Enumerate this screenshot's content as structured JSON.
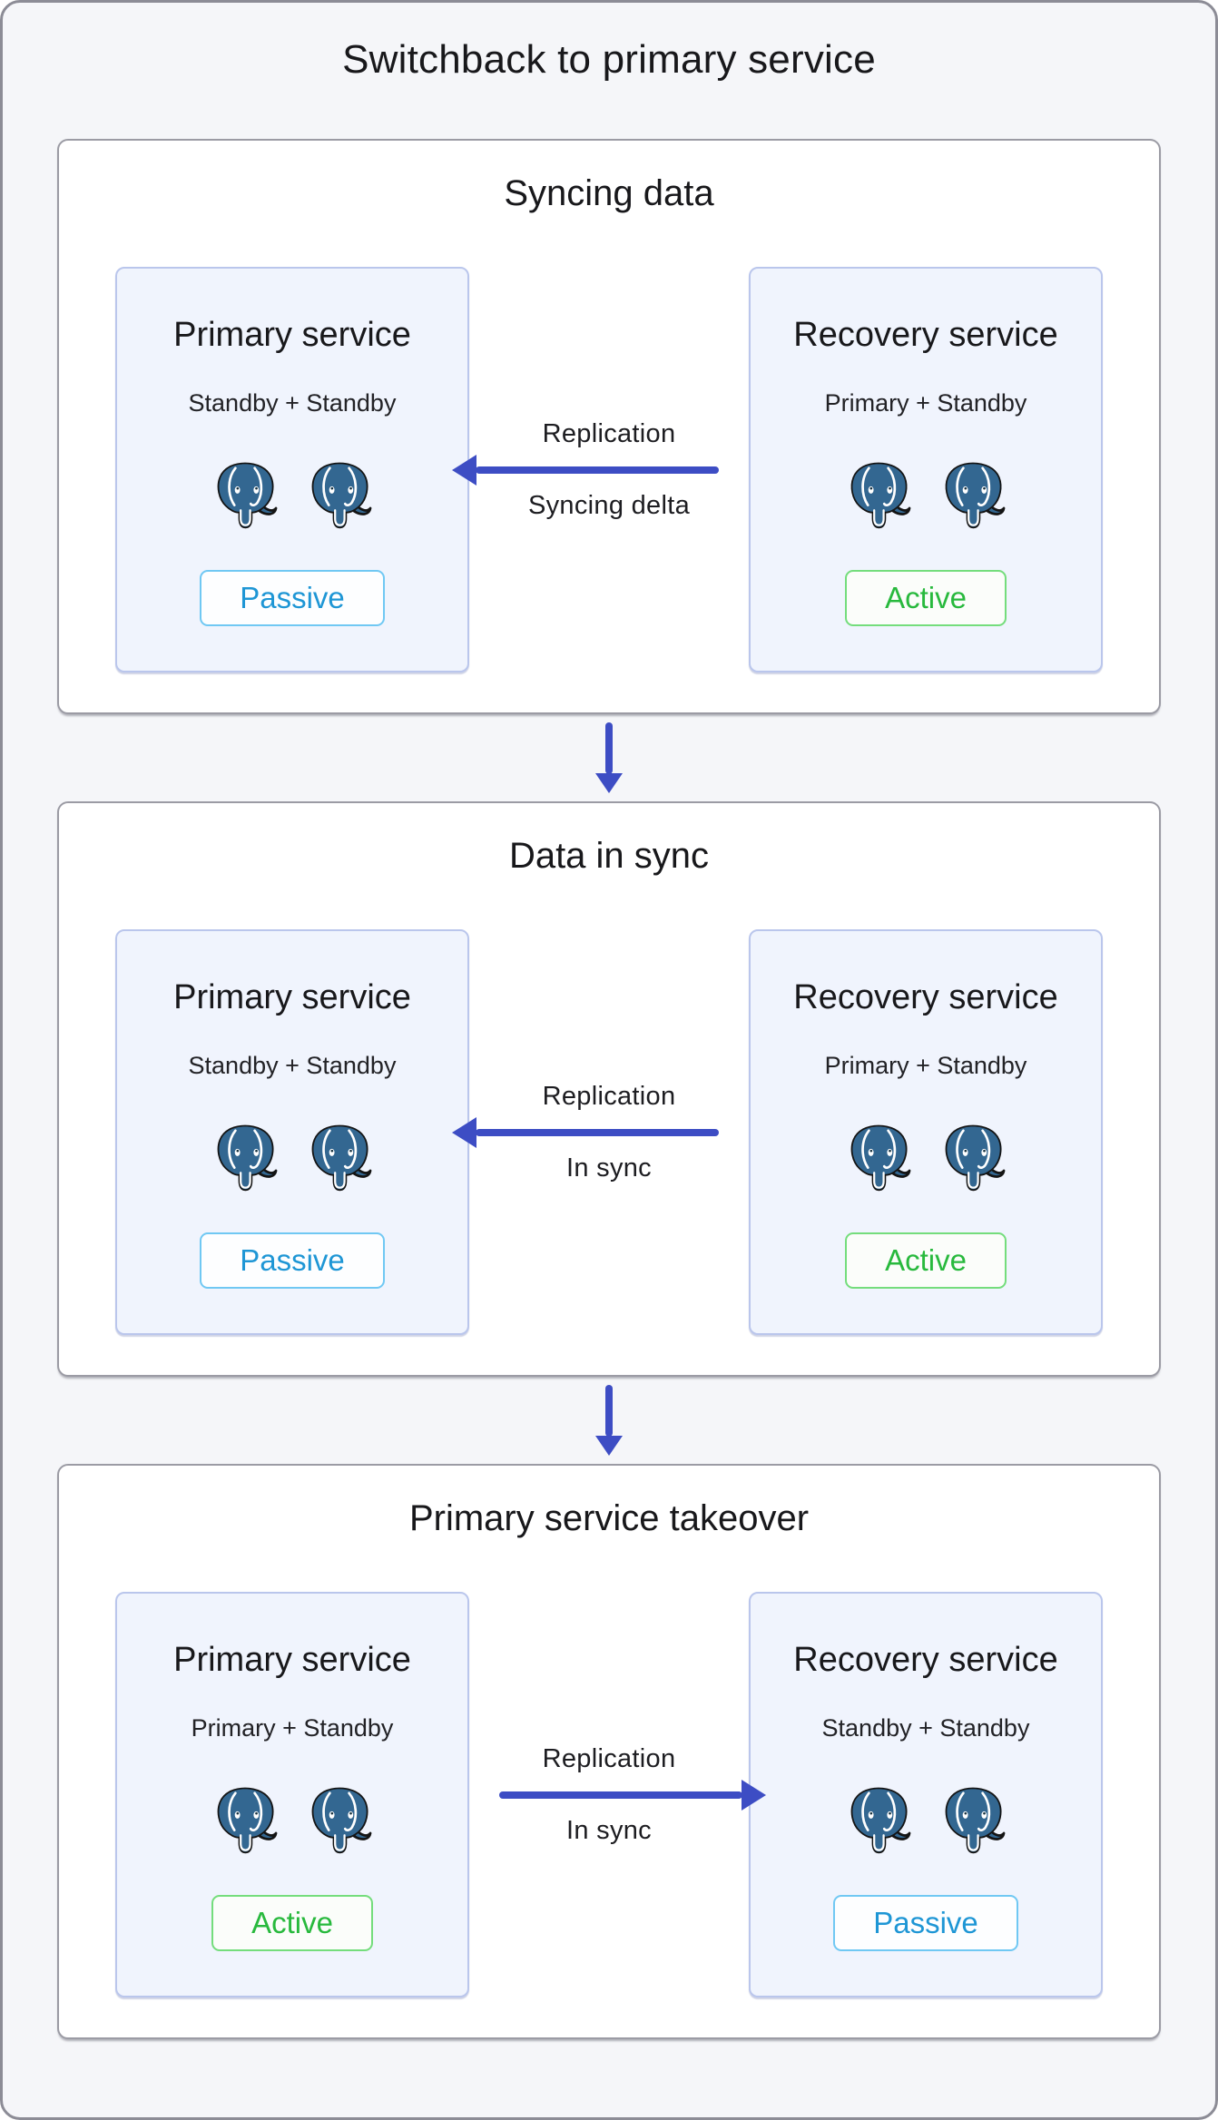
{
  "page": {
    "title": "Switchback to primary service"
  },
  "colors": {
    "arrow": "#3d4dc4",
    "page_background": "#f5f6f9",
    "panel_background": "#ffffff",
    "service_box_background": "#f0f4fd",
    "service_box_border": "#bac6ec",
    "passive_text": "#1e96d5",
    "passive_border": "#70c8f3",
    "active_text": "#28b93d",
    "active_border": "#74dd7c",
    "postgres_blue": "#336791"
  },
  "stages": [
    {
      "title": "Syncing data",
      "left": {
        "title": "Primary service",
        "subtitle": "Standby + Standby",
        "icon": "postgresql-elephant",
        "icon_count": 2,
        "badge": "Passive",
        "badge_variant": "passive"
      },
      "arrow": {
        "direction": "left",
        "top_label": "Replication",
        "bottom_label": "Syncing delta"
      },
      "right": {
        "title": "Recovery service",
        "subtitle": "Primary + Standby",
        "icon": "postgresql-elephant",
        "icon_count": 2,
        "badge": "Active",
        "badge_variant": "active"
      }
    },
    {
      "title": "Data in sync",
      "left": {
        "title": "Primary service",
        "subtitle": "Standby + Standby",
        "icon": "postgresql-elephant",
        "icon_count": 2,
        "badge": "Passive",
        "badge_variant": "passive"
      },
      "arrow": {
        "direction": "left",
        "top_label": "Replication",
        "bottom_label": "In sync"
      },
      "right": {
        "title": "Recovery service",
        "subtitle": "Primary + Standby",
        "icon": "postgresql-elephant",
        "icon_count": 2,
        "badge": "Active",
        "badge_variant": "active"
      }
    },
    {
      "title": "Primary service takeover",
      "left": {
        "title": "Primary service",
        "subtitle": "Primary + Standby",
        "icon": "postgresql-elephant",
        "icon_count": 2,
        "badge": "Active",
        "badge_variant": "active"
      },
      "arrow": {
        "direction": "right",
        "top_label": "Replication",
        "bottom_label": "In sync"
      },
      "right": {
        "title": "Recovery service",
        "subtitle": "Standby + Standby",
        "icon": "postgresql-elephant",
        "icon_count": 2,
        "badge": "Passive",
        "badge_variant": "passive"
      }
    }
  ]
}
